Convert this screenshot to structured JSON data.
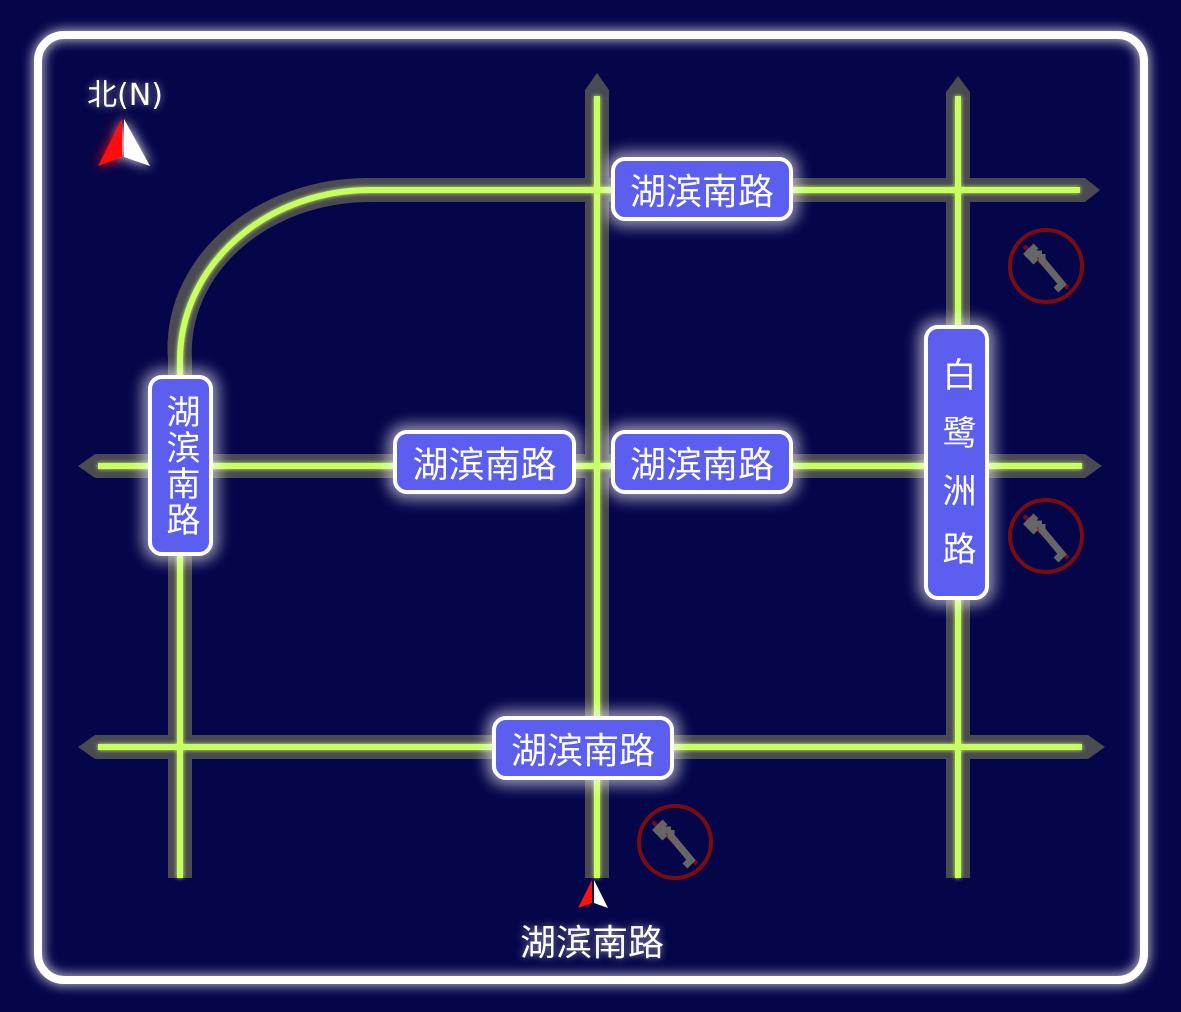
{
  "north_label": "北(N)",
  "road_labels": {
    "top": "湖滨南路",
    "middle_left": "湖滨南路",
    "middle_right": "湖滨南路",
    "bottom": "湖滨南路",
    "left_vertical": "湖滨南路",
    "right_vertical": "白鹭洲路",
    "current_position": "湖滨南路"
  },
  "icons": [
    "compass-north-icon",
    "no-left-turn-icon",
    "no-left-turn-icon",
    "no-left-turn-icon",
    "current-position-arrow-icon"
  ],
  "colors": {
    "background": "#05054a",
    "road": "#4a4a52",
    "road_line": "#c8ff60",
    "sign_fill": "#5c5ef0",
    "prohibit": "#7a0c10"
  }
}
